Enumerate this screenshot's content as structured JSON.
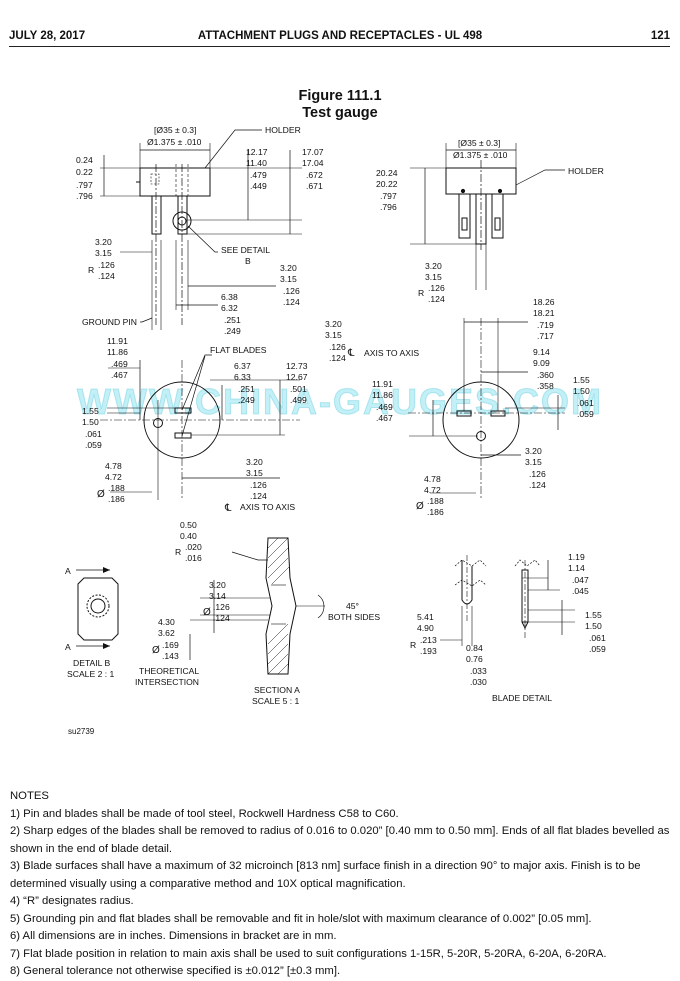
{
  "header": {
    "date": "JULY 28, 2017",
    "title": "ATTACHMENT PLUGS AND RECEPTACLES - UL 498",
    "page_number": "121"
  },
  "figure": {
    "title": "Figure 111.1",
    "subtitle": "Test gauge"
  },
  "labels": {
    "holder_left": "HOLDER",
    "holder_right": "HOLDER",
    "see_detail": "SEE DETAIL",
    "see_detail_b": "B",
    "ground_pin": "GROUND PIN",
    "flat_blades": "FLAT BLADES",
    "axis_to_axis_1": "AXIS TO AXIS",
    "axis_to_axis_2": "AXIS TO AXIS",
    "detail_b": "DETAIL B",
    "detail_b_scale": "SCALE 2 : 1",
    "theoretical": "THEORETICAL",
    "intersection": "INTERSECTION",
    "section_a": "SECTION A",
    "section_a_scale": "SCALE 5 : 1",
    "blade_detail": "BLADE DETAIL",
    "angle": "45°",
    "both_sides": "BOTH SIDES",
    "section_a_left_mark": "A",
    "section_a_left_mark2": "A",
    "figure_code": "su2739",
    "radius_symbol": "R",
    "diameter_symbol": "Ø",
    "centerline_symbol": "℄"
  },
  "dimensions": {
    "d_35_mm": "[Ø35 ± 0.3]",
    "d_1375": "Ø1.375 ± .010",
    "d_35_mm_r": "[Ø35 ± 0.3]",
    "d_1375_r": "Ø1.375 ± .010",
    "h_024": "0.24",
    "h_022": "0.22",
    "h_797": ".797",
    "h_796": ".796",
    "a_1217": "12.17",
    "a_1140": "11.40",
    "a_479": ".479",
    "a_449": ".449",
    "b_1707": "17.07",
    "b_1704": "17.04",
    "b_672": ".672",
    "b_671": ".671",
    "r_320": "3.20",
    "r_315": "3.15",
    "r_126": ".126",
    "r_124": ".124",
    "p_320": "3.20",
    "p_315": "3.15",
    "p_126": ".126",
    "p_124": ".124",
    "g_638": "6.38",
    "g_632": "6.32",
    "g_251": ".251",
    "g_249": ".249",
    "rh_2024": "20.24",
    "rh_2022": "20.22",
    "rh_797": ".797",
    "rh_796": ".796",
    "rr_320": "3.20",
    "rr_315": "3.15",
    "rr_126": ".126",
    "rr_124": ".124",
    "f_1191": "11.91",
    "f_1186": "11.86",
    "f_469": ".469",
    "f_467": ".467",
    "f_637": "6.37",
    "f_633": "6.33",
    "f_251": ".251",
    "f_249": ".249",
    "f_1273": "12.73",
    "f_1267": "12.67",
    "f_501": ".501",
    "f_499": ".499",
    "f_155": "1.55",
    "f_150": "1.50",
    "f_061": ".061",
    "f_059": ".059",
    "f_478": "4.78",
    "f_472": "4.72",
    "f_188": ".188",
    "f_186": ".186",
    "f_320": "3.20",
    "f_315": "3.15",
    "f_126": ".126",
    "f_124": ".124",
    "c_320": "3.20",
    "c_315": "3.15",
    "c_126": ".126",
    "c_124": ".124",
    "m_1826": "18.26",
    "m_1821": "18.21",
    "m_719": ".719",
    "m_717": ".717",
    "m_914": "9.14",
    "m_909": "9.09",
    "m_360": ".360",
    "m_358": ".358",
    "m_155": "1.55",
    "m_150": "1.50",
    "m_061": ".061",
    "m_059": ".059",
    "m_1191": "11.91",
    "m_1186": "11.86",
    "m_469": ".469",
    "m_467": ".467",
    "m_478": "4.78",
    "m_472": "4.72",
    "m_188": ".188",
    "m_186": ".186",
    "m_320": "3.20",
    "m_315": "3.15",
    "m_126": ".126",
    "m_124": ".124",
    "s_050": "0.50",
    "s_040": "0.40",
    "s_020": ".020",
    "s_016": ".016",
    "s_320": "3.20",
    "s_314": "3.14",
    "s_126": ".126",
    "s_124": ".124",
    "s_430": "4.30",
    "s_362": "3.62",
    "s_169": ".169",
    "s_143": ".143",
    "bd_541": "5.41",
    "bd_490": "4.90",
    "bd_213": ".213",
    "bd_193": ".193",
    "bd_084": "0.84",
    "bd_076": "0.76",
    "bd_033": ".033",
    "bd_030": ".030",
    "bd_119": "1.19",
    "bd_114": "1.14",
    "bd_047": ".047",
    "bd_045": ".045",
    "bd_155": "1.55",
    "bd_150": "1.50",
    "bd_061": ".061",
    "bd_059": ".059"
  },
  "watermark": "WWW.CHINA-GAUGES.COM",
  "notes": {
    "heading": "NOTES",
    "items": [
      "1) Pin and blades shall be made of tool steel, Rockwell Hardness C58 to C60.",
      "2) Sharp edges of the blades shall be removed to radius of 0.016 to 0.020” [0.40 mm to 0.50 mm]. Ends of all flat blades bevelled as shown in the end of blade detail.",
      "3) Blade surfaces shall have a maximum of 32 microinch [813 nm] surface finish in a direction 90° to major axis. Finish is to be determined visually using a comparative method and 10X optical magnification.",
      "4) “R” designates radius.",
      "5) Grounding pin and flat blades shall be removable and fit in hole/slot with maximum clearance of 0.002” [0.05 mm].",
      "6) All dimensions are in inches. Dimensions in bracket are in mm.",
      "7) Flat blade position in relation to main axis shall be used to suit configurations 1-15R, 5-20R, 5-20RA, 6-20A, 6-20RA.",
      "8) General tolerance not otherwise specified is ±0.012” [±0.3 mm]."
    ]
  }
}
